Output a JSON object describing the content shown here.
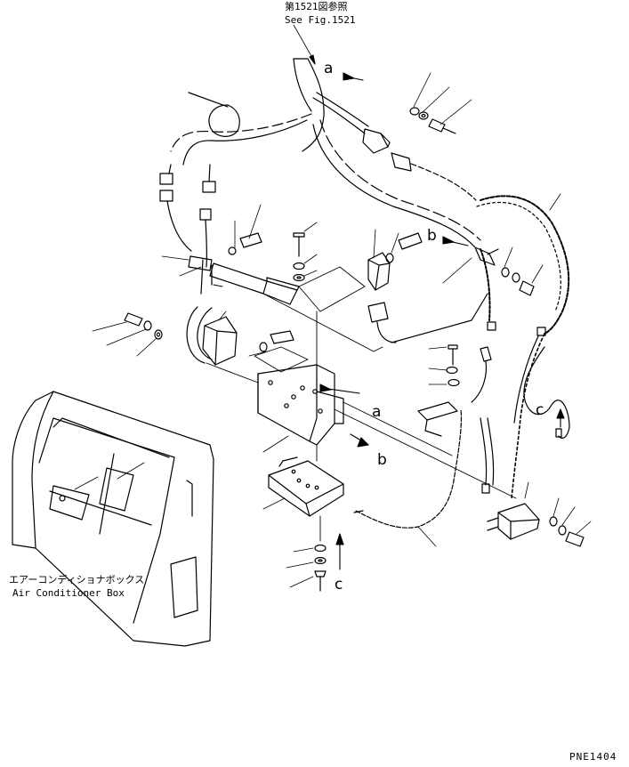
{
  "header": {
    "ref_jp": "第1521図参照",
    "ref_en": "See Fig.1521"
  },
  "callouts": {
    "a_top": "a",
    "b_right": "b",
    "a_center": "a",
    "b_center": "b",
    "c_right": "c",
    "c_bottom": "c"
  },
  "box_label": {
    "jp": "エアーコンディショナボックス",
    "en": "Air Conditioner Box"
  },
  "figure_code": "PNE1404"
}
